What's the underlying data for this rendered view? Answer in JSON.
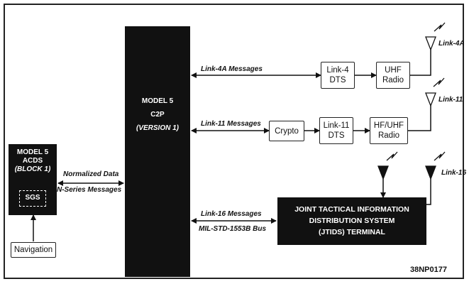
{
  "c2p": {
    "line1": "MODEL 5",
    "line2": "C2P",
    "line3": "(VERSION 1)"
  },
  "acds": {
    "line1": "MODEL 5",
    "line2": "ACDS",
    "line3": "(BLOCK 1)",
    "sgs": "SGS"
  },
  "navigation": "Navigation",
  "left_labels": {
    "normalized": "Normalized Data",
    "nseries": "N-Series Messages"
  },
  "link4a": {
    "messages": "Link-4A Messages",
    "dts_l1": "Link-4",
    "dts_l2": "DTS",
    "radio_l1": "UHF",
    "radio_l2": "Radio",
    "antenna": "Link-4A"
  },
  "link11": {
    "messages": "Link-11 Messages",
    "crypto": "Crypto",
    "dts_l1": "Link-11",
    "dts_l2": "DTS",
    "radio_l1": "HF/UHF",
    "radio_l2": "Radio",
    "antenna": "Link-11"
  },
  "link16": {
    "messages": "Link-16 Messages",
    "bus": "MIL-STD-1553B Bus",
    "antenna": "Link-16",
    "jtids_l1": "JOINT TACTICAL INFORMATION",
    "jtids_l2": "DISTRIBUTION SYSTEM",
    "jtids_l3": "(JTIDS) TERMINAL"
  },
  "figure_id": "38NP0177"
}
